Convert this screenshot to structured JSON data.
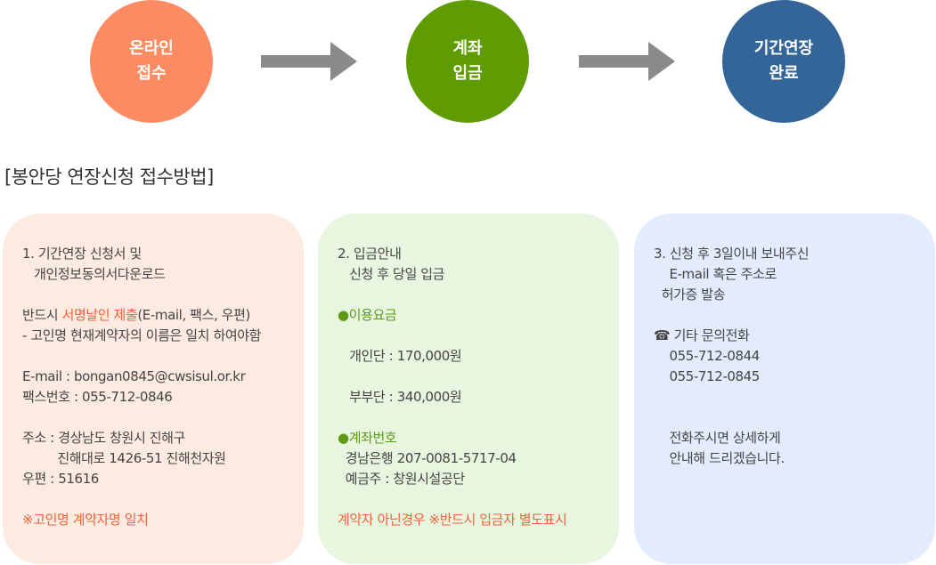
{
  "colors": {
    "step1": "#fc8b63",
    "step2": "#5e9c02",
    "step3": "#336599",
    "arrow": "#8a8a8a",
    "card1_bg": "#fdebe1",
    "card2_bg": "#e8f6e0",
    "card3_bg": "#e3ecfd",
    "accent": "#f2613a",
    "green": "#5e9a16"
  },
  "steps": [
    {
      "line1": "온라인",
      "line2": "접수"
    },
    {
      "line1": "계좌",
      "line2": "입금"
    },
    {
      "line1": "기간연장",
      "line2": "완료"
    }
  ],
  "section_title": "[봉안당 연장신청 접수방법]",
  "card1": {
    "title_l1": "1. 기간연장 신청서 및",
    "title_l2": "   개인정보동의서다운로드",
    "submit_prefix": "반드시 ",
    "submit_highlight": "서명날인 제출",
    "submit_suffix": "(E-mail, 팩스, 우편)",
    "note": "- 고인명 현재계약자의 이름은 일치 하여야함",
    "email": "E-mail : bongan0845@cwsisul.or.kr",
    "fax": "팩스번호 : 055-712-0846",
    "addr_l1": "주소 : 경상남도 창원시 진해구",
    "addr_l2": "         진해대로 1426-51 진해천자원",
    "postal": "우편 : 51616",
    "footer": "※고인명 계약자명 일치"
  },
  "card2": {
    "title_l1": "2. 입금안내",
    "title_l2": "   신청 후 당일 입금",
    "fee_heading": "●이용요금",
    "fee_single": "   개인단 : 170,000원",
    "fee_couple": "   부부단 : 340,000원",
    "account_heading": "●계좌번호",
    "account_bank": "  경남은행 207-0081-5717-04",
    "account_holder": "  예금주 : 창원시설공단",
    "footer": "계약자 아닌경우 ※반드시 입금자 별도표시"
  },
  "card3": {
    "title_l1": "3. 신청 후 3일이내 보내주신",
    "title_l2": "    E-mail 혹은 주소로",
    "title_l3": "  허가증 발송",
    "phone_label": "☎ 기타 문의전화",
    "phone1": "    055-712-0844",
    "phone2": "    055-712-0845",
    "closing_l1": "    전화주시면 상세하게",
    "closing_l2": "    안내해 드리겠습니다."
  }
}
